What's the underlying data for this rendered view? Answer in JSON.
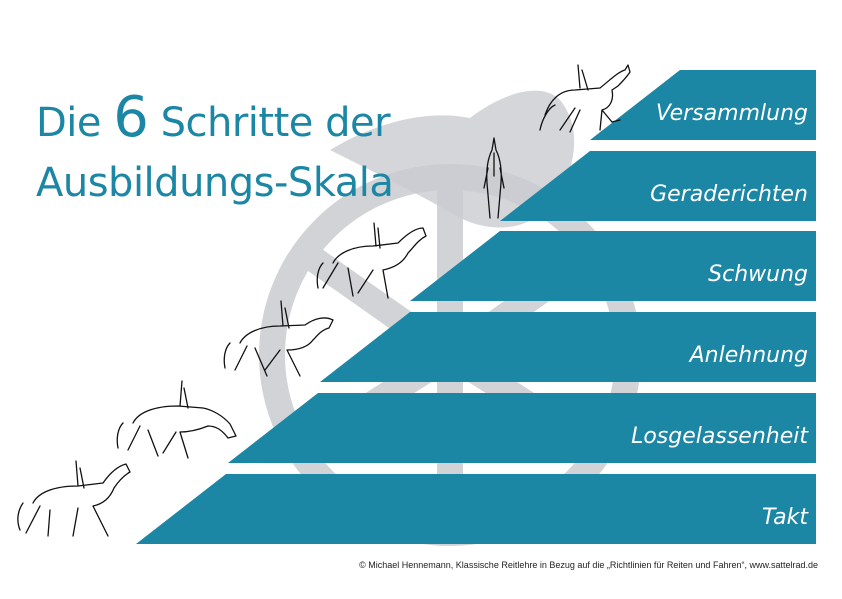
{
  "title": {
    "line1_prefix": "Die",
    "line1_number": "6",
    "line1_suffix": "Schritte der",
    "line2": "Ausbildungs-Skala"
  },
  "steps": [
    {
      "label": "Versammlung"
    },
    {
      "label": "Geraderichten"
    },
    {
      "label": "Schwung"
    },
    {
      "label": "Anlehnung"
    },
    {
      "label": "Losgelassenheit"
    },
    {
      "label": "Takt"
    }
  ],
  "footer": "© Michael Hennemann, Klassische Reitlehre in Bezug auf die „Richtlinien für Reiten und Fahren“, www.sattelrad.de",
  "colors": {
    "accent": "#1c86a5",
    "watermark": "#c9ccd1",
    "text_dark": "#222222"
  }
}
